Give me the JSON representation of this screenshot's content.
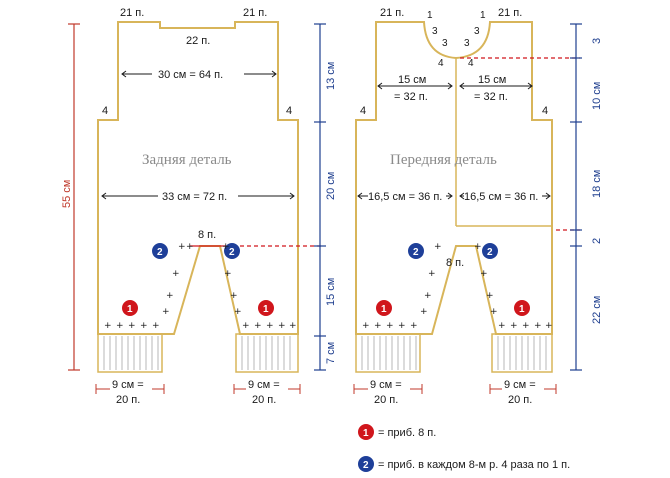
{
  "colors": {
    "outline": "#d8b55a",
    "dim_red": "#c0392b",
    "dim_blue": "#1f3f8f",
    "marker_red": "#d0161c",
    "marker_blue": "#1e3f99",
    "dashed": "#d0161c",
    "rib": "#b7b7b7"
  },
  "back": {
    "title": "Задняя деталь",
    "top_left": "21 п.",
    "top_right": "21 п.",
    "neck": "22 п.",
    "chest_width": "30 см = 64 п.",
    "waist_width": "33 см = 72 п.",
    "side_left": "4",
    "side_right": "4",
    "crotch": "8 п.",
    "leg_left": "9 см =\n20 п.",
    "leg_left_l1": "9 см =",
    "leg_left_l2": "20 п.",
    "leg_right_l1": "9 см =",
    "leg_right_l2": "20 п."
  },
  "front": {
    "title": "Передняя деталь",
    "top_left": "21 п.",
    "top_right": "21 п.",
    "neck_numbers": [
      "1",
      "3",
      "3",
      "3",
      "3",
      "1"
    ],
    "neck_side_left": "4",
    "neck_side_right": "4",
    "chest_left": "15 см\n= 32 п.",
    "chest_left_l1": "15 см",
    "chest_left_l2": "= 32 п.",
    "chest_right_l1": "15 см",
    "chest_right_l2": "= 32 п.",
    "waist_left": "16,5 см = 36 п.",
    "waist_right": "16,5 см = 36 п.",
    "side_left": "4",
    "side_right": "4",
    "crotch": "8 п.",
    "leg_left_l1": "9 см =",
    "leg_left_l2": "20 п.",
    "leg_right_l1": "9 см =",
    "leg_right_l2": "20 п."
  },
  "dims": {
    "total_height": "55 см",
    "back_13": "13 см",
    "back_20": "20 см",
    "back_15": "15 см",
    "back_7": "7 см",
    "front_3": "3",
    "front_10": "10 см",
    "front_18": "18 см",
    "front_2": "2",
    "front_22": "22 см"
  },
  "markers": {
    "one": "1",
    "two": "2"
  },
  "legend": {
    "item1": "= приб. 8 п.",
    "item2": "= приб. в каждом 8-м р. 4 раза по 1 п."
  }
}
